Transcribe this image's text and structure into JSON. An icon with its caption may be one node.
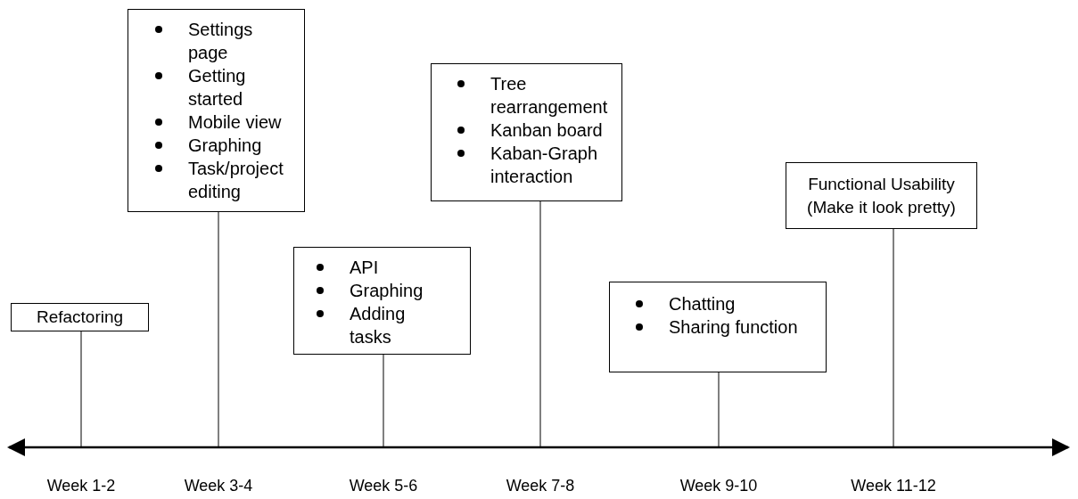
{
  "diagram": {
    "nodes": [
      {
        "text": [
          "Refactoring"
        ]
      },
      {
        "text": [
          "Settings page",
          "Getting started",
          "Mobile view",
          "Graphing",
          "Task/project editing"
        ]
      },
      {
        "text": [
          "API",
          "Graphing",
          "Adding tasks"
        ]
      },
      {
        "text": [
          "Tree rearrangement",
          "Kanban board",
          "Kaban-Graph interaction"
        ]
      },
      {
        "text": [
          "Chatting",
          "Sharing function"
        ]
      },
      {
        "text": [
          "Functional Usability (Make it look pretty)"
        ]
      }
    ],
    "edges": [
      {
        "from": 0,
        "to": null,
        "arrow": "none"
      },
      {
        "from": 1,
        "to": null,
        "arrow": "none"
      },
      {
        "from": 2,
        "to": null,
        "arrow": "none"
      },
      {
        "from": 3,
        "to": null,
        "arrow": "none"
      },
      {
        "from": 4,
        "to": null,
        "arrow": "none"
      },
      {
        "from": 5,
        "to": null,
        "arrow": "none"
      }
    ],
    "labels": [
      "Week 1-2",
      "Week 3-4",
      "Week 5-6",
      "Week 7-8",
      "Week 9-10",
      "Week 11-12"
    ]
  }
}
